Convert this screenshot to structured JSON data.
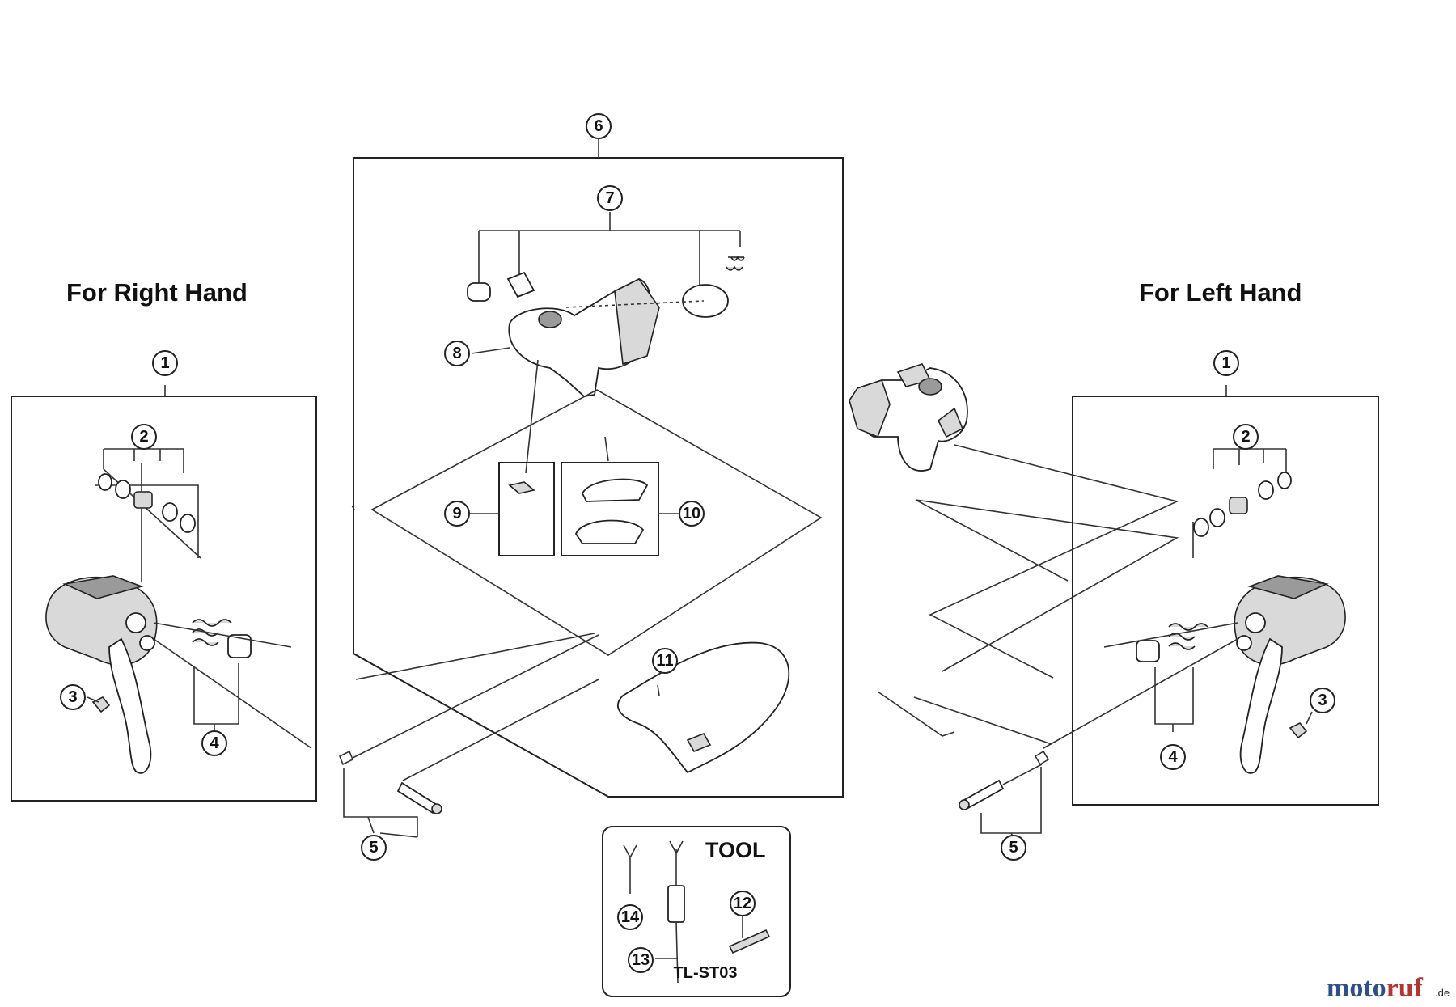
{
  "headings": {
    "right_hand": "For Right Hand",
    "left_hand": "For Left Hand"
  },
  "callouts": {
    "c1_right": "1",
    "c2_right": "2",
    "c3_right": "3",
    "c4_right": "4",
    "c5_right": "5",
    "c6": "6",
    "c7": "7",
    "c8": "8",
    "c9": "9",
    "c10": "10",
    "c11": "11",
    "c1_left": "1",
    "c2_left": "2",
    "c3_left": "3",
    "c4_left": "4",
    "c5_left": "5",
    "c12": "12",
    "c13": "13",
    "c14": "14"
  },
  "tool_box": {
    "title": "TOOL",
    "code": "TL-ST03"
  },
  "watermark": {
    "main_moto": "moto",
    "main_ruf": "ruf",
    "suffix": ".de",
    "colors": {
      "moto": "#2d4f8a",
      "ruf": "#b5342b"
    }
  }
}
